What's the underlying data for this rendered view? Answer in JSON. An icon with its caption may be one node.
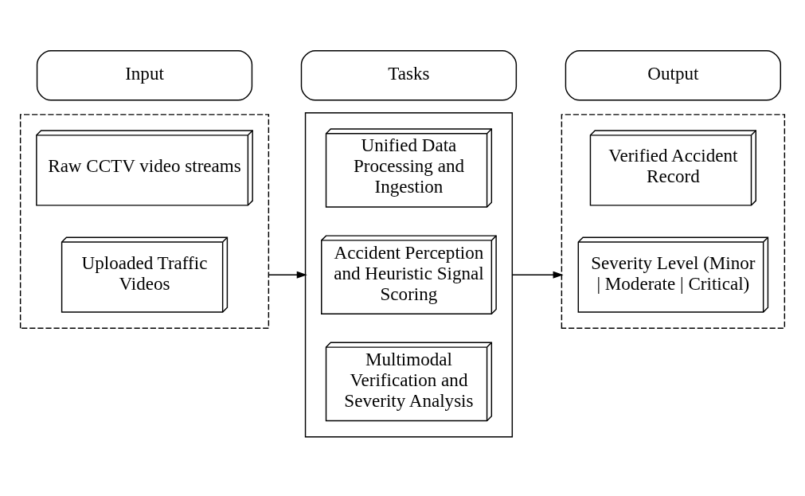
{
  "diagram": {
    "nodes": [
      {
        "text": [
          "Input"
        ]
      },
      {
        "text": [
          "Tasks"
        ]
      },
      {
        "text": [
          "Output"
        ]
      },
      {
        "text": [],
        "shape": "box"
      },
      {
        "text": [
          "Raw CCTV video streams"
        ],
        "in": 3
      },
      {
        "text": [
          "Uploaded Traffic Videos"
        ],
        "in": 3
      },
      {
        "text": [],
        "shape": "box"
      },
      {
        "text": [
          "Unified Data Processing and Ingestion"
        ],
        "in": 6
      },
      {
        "text": [
          "Accident Perception and Heuristic Signal Scoring"
        ],
        "in": 6
      },
      {
        "text": [
          "Multimodal Verification and Severity Analysis"
        ],
        "in": 6
      },
      {
        "text": [],
        "shape": "box"
      },
      {
        "text": [
          "Verified Accident Record"
        ],
        "in": 10
      },
      {
        "text": [
          "Severity Level (Minor | Moderate | Critical)"
        ],
        "in": 10
      }
    ],
    "edges": [
      {
        "from": 3,
        "to": 6,
        "arrow": "to"
      },
      {
        "from": 6,
        "to": 10,
        "arrow": "to"
      }
    ]
  }
}
